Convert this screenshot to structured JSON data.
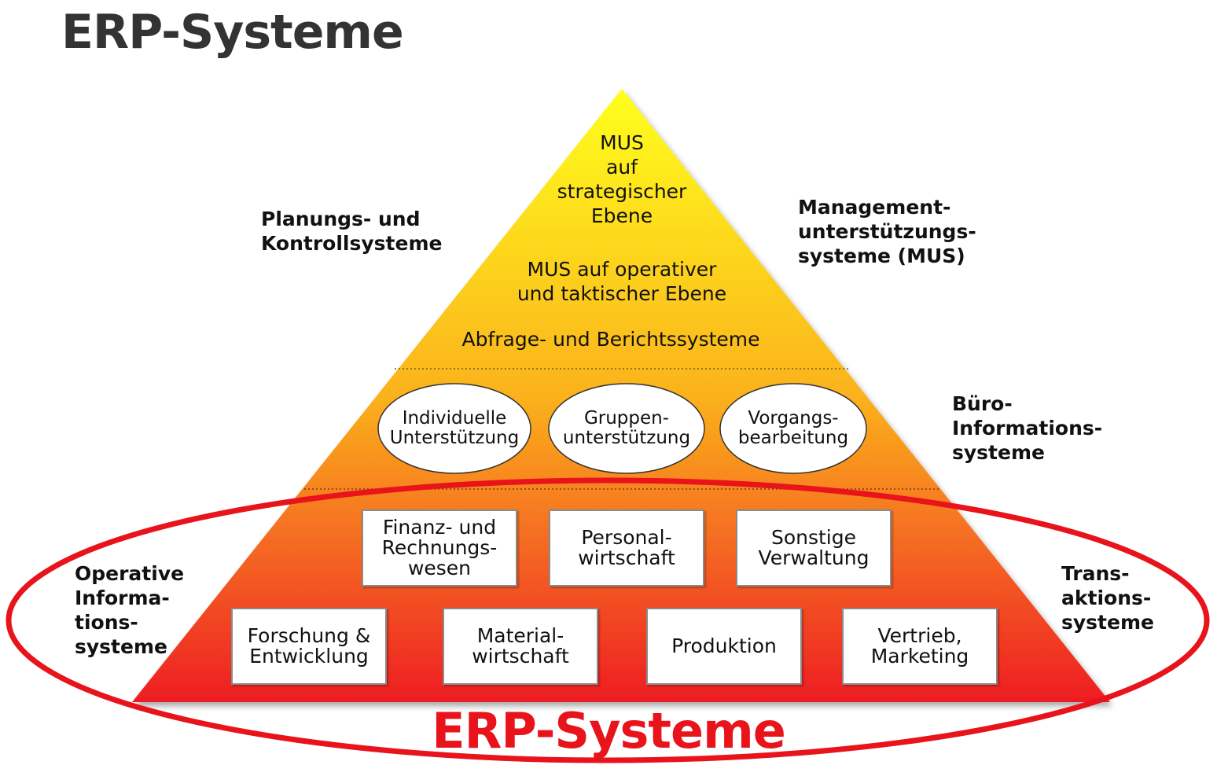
{
  "title": "ERP-Systeme",
  "pyramid": {
    "top_level": "MUS\nauf\nstrategischer\nEbene",
    "middle_level": "MUS auf operativer\nund taktischer Ebene",
    "reporting_level": "Abfrage- und Berichtssysteme",
    "office_systems": [
      "Individuelle\nUnterstützung",
      "Gruppen-\nunterstützung",
      "Vorgangs-\nbearbeitung"
    ],
    "admin_row": [
      "Finanz- und\nRechnungs-\nwesen",
      "Personal-\nwirtschaft",
      "Sonstige\nVerwaltung"
    ],
    "operative_row": [
      "Forschung &\nEntwicklung",
      "Material-\nwirtschaft",
      "Produktion",
      "Vertrieb,\nMarketing"
    ]
  },
  "side_labels": {
    "planning": "Planungs- und\nKontrollsysteme",
    "management": "Management-\nunterstützungs-\nsysteme (MUS)",
    "office": "Büro-\nInformations-\nsysteme",
    "operative": "Operative\nInforma-\ntions-\nsysteme",
    "transaction": "Trans-\naktions-\nsysteme"
  },
  "erp_label": "ERP-Systeme",
  "colors": {
    "pyramid_top": "#ffff1a",
    "pyramid_mid": "#fbb21e",
    "pyramid_bottom": "#ee1d23",
    "erp_red": "#e8131b",
    "title_gray": "#333333"
  }
}
